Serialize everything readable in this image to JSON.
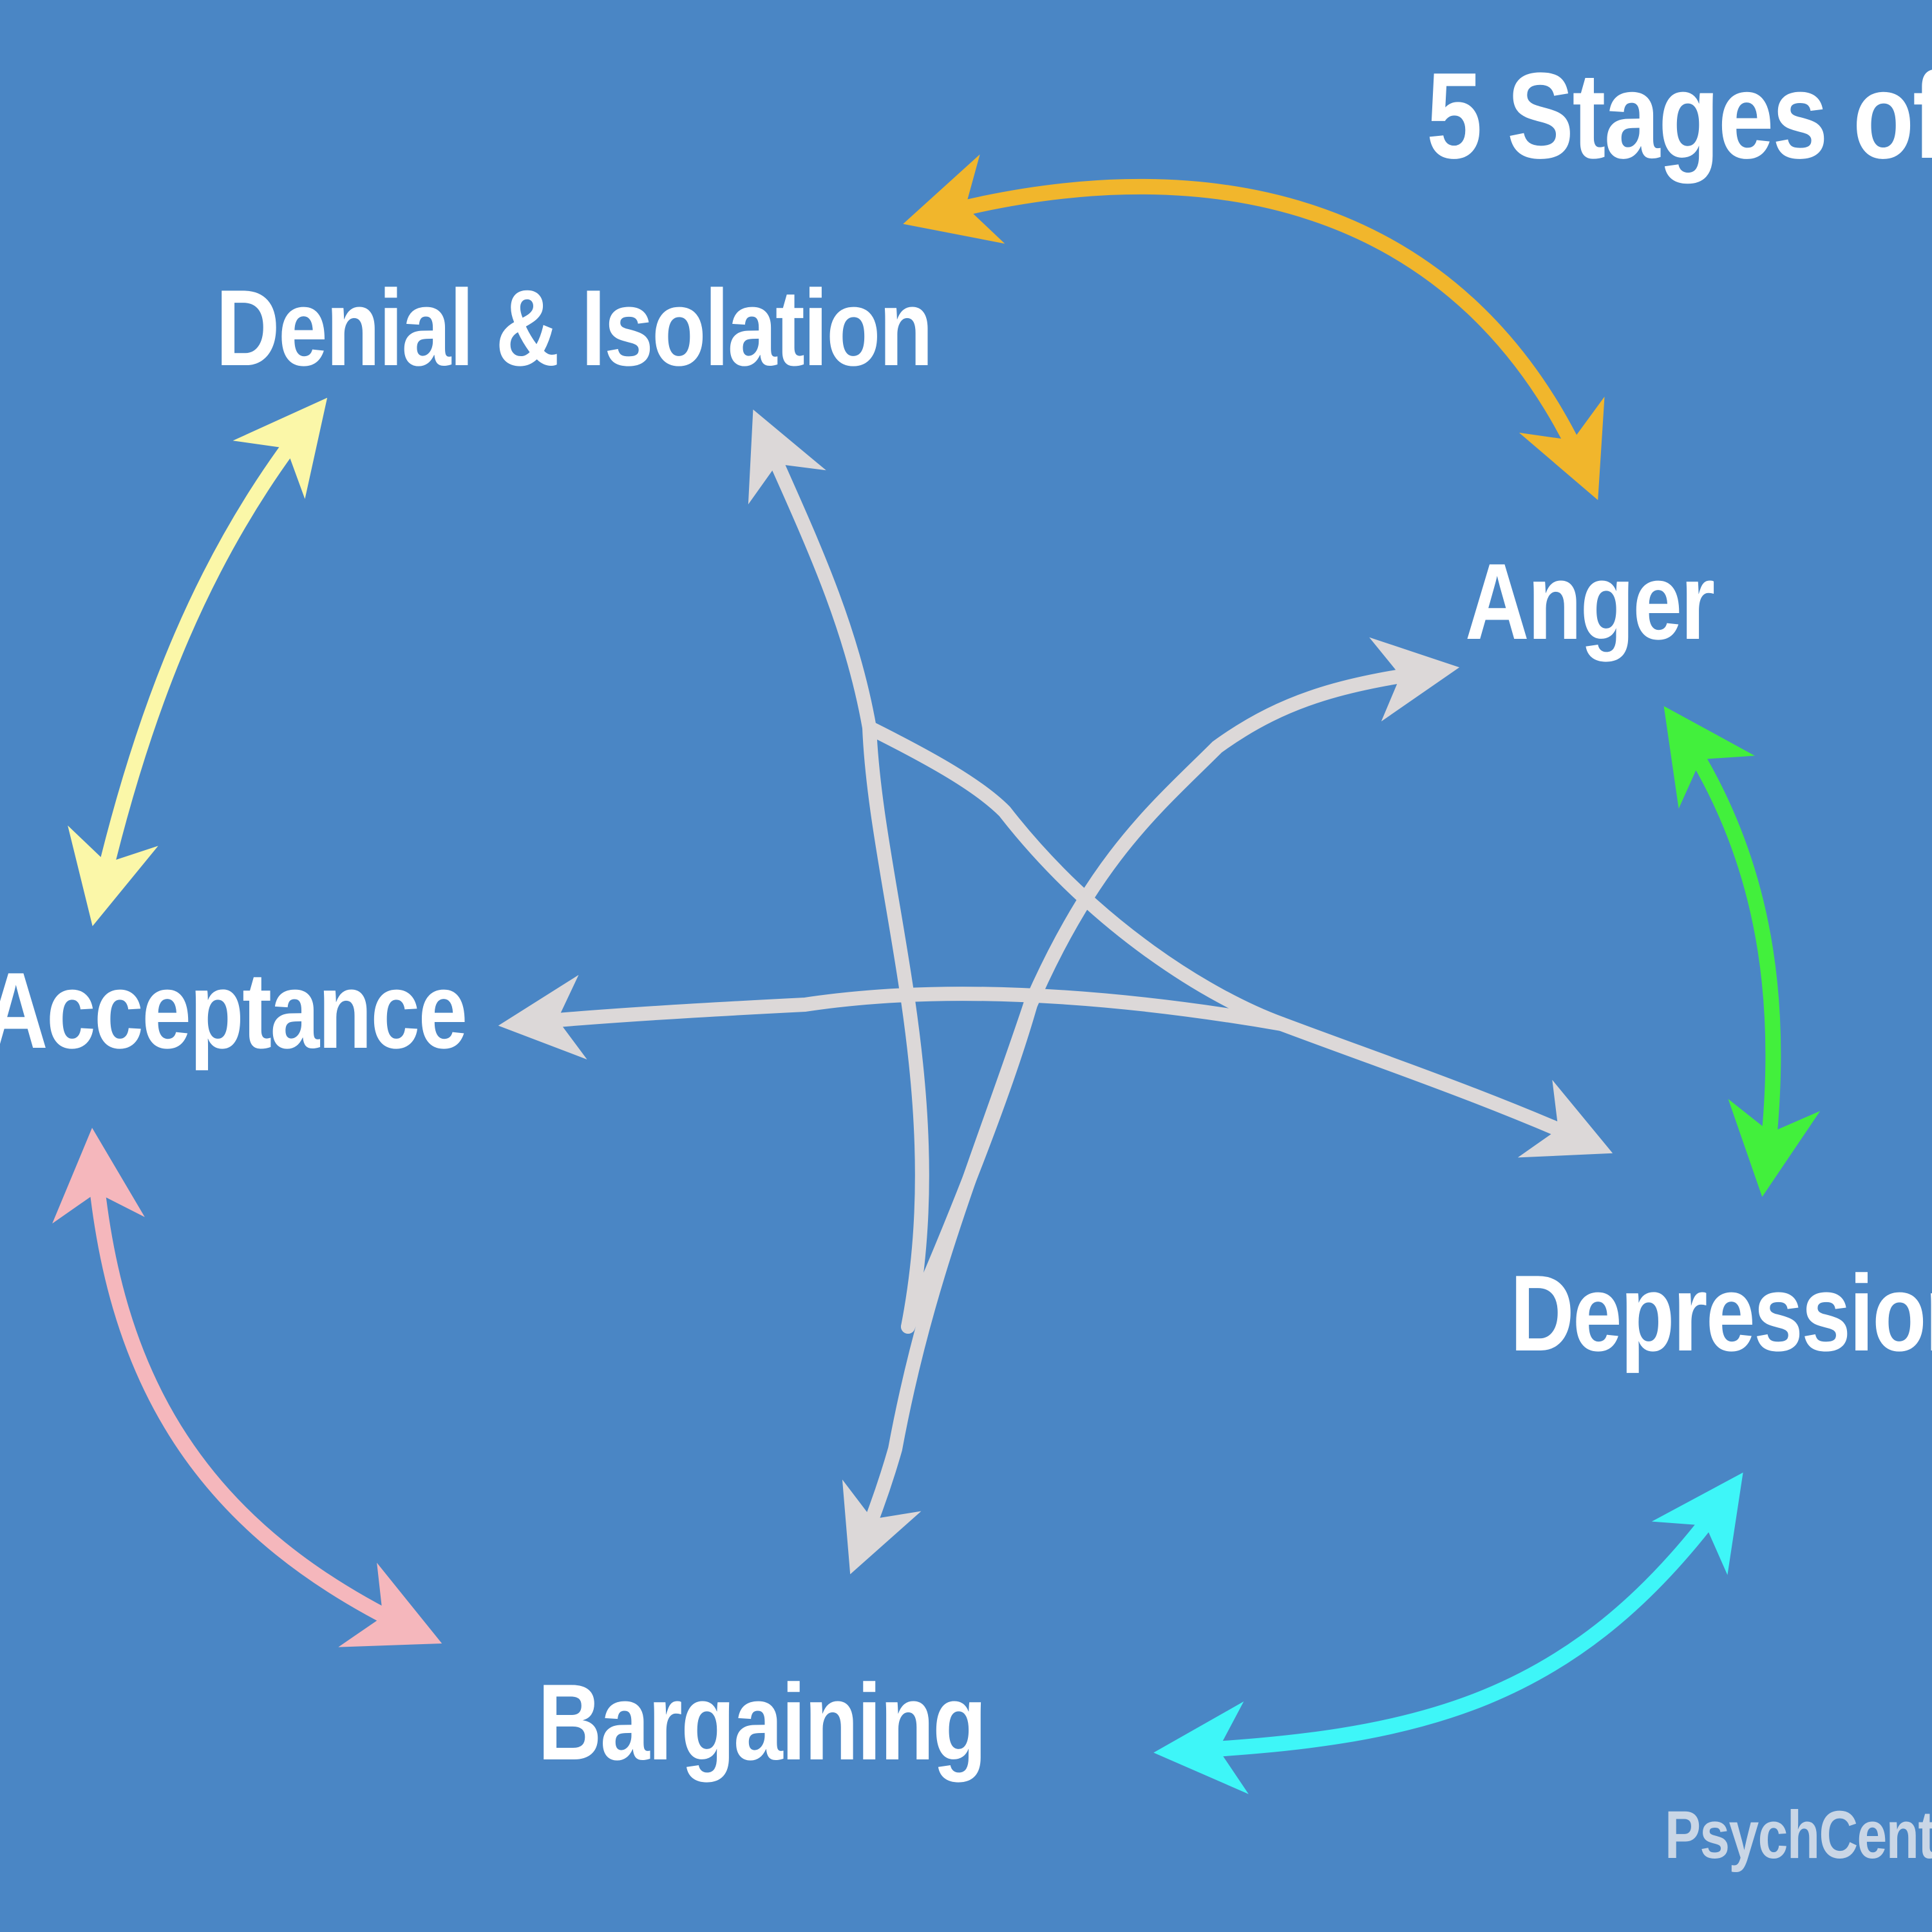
{
  "title": "5 Stages of",
  "stages": {
    "denial": "Denial & Isolation",
    "anger": "Anger",
    "depression": "Depression",
    "bargaining": "Bargaining",
    "acceptance": "Acceptance"
  },
  "watermark": "PsychCent",
  "colors": {
    "background": "#4a86c5",
    "label_text": "#ffffff",
    "denial_anger_arrow": "#f1b62c",
    "anger_depression_arrow": "#42f03c",
    "depression_bargaining_arrow": "#3ef6f8",
    "bargaining_acceptance_arrow": "#f5b7bc",
    "acceptance_denial_arrow": "#fbf7a8",
    "cross_arrows": "#dcd8d8",
    "watermark": "#c9d6e6"
  }
}
